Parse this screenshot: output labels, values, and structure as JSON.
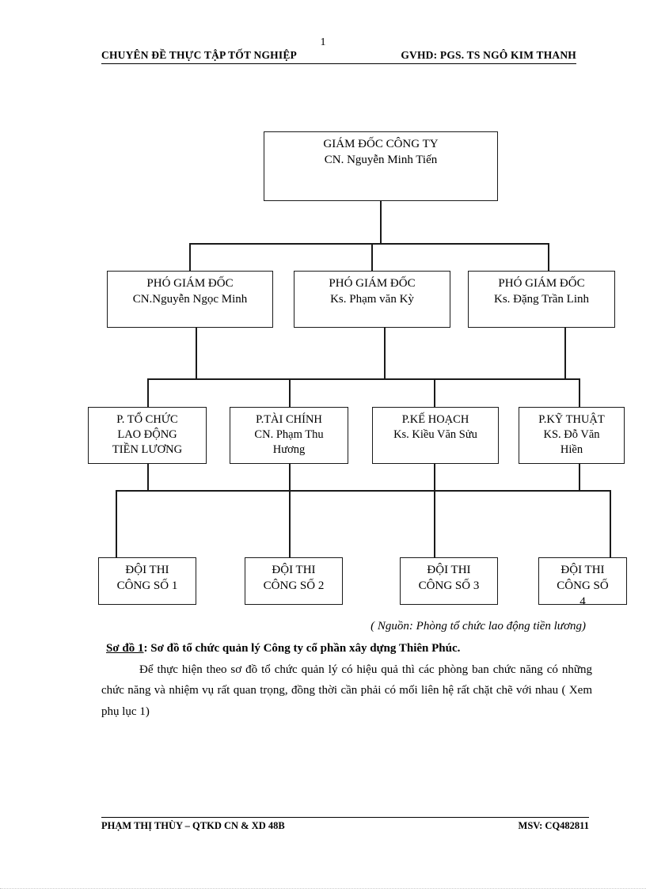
{
  "document": {
    "page_number": "1",
    "header": {
      "left": "CHUYÊN  ĐỀ THỰC  TẬP TỐT NGHIỆP",
      "right": "GVHD:  PGS. TS NGÔ  KIM  THANH"
    },
    "footer": {
      "left": "PHẠM THỊ THÙY  – QTKD  CN & XD 48B",
      "right": "MSV: CQ482811"
    }
  },
  "chart_data": {
    "type": "diagram",
    "title": "Sơ đồ tổ chức quản lý Công ty cổ phần xây dựng Thiên Phúc",
    "levels": [
      {
        "level": 1,
        "nodes": [
          {
            "lines": [
              "GIÁM ĐỐC CÔNG TY",
              "CN. Nguyễn Minh Tiến"
            ]
          }
        ]
      },
      {
        "level": 2,
        "nodes": [
          {
            "lines": [
              "PHÓ GIÁM ĐỐC",
              "CN.Nguyễn Ngọc Minh"
            ]
          },
          {
            "lines": [
              "PHÓ GIÁM ĐỐC",
              "Ks. Phạm văn Kỳ"
            ]
          },
          {
            "lines": [
              "PHÓ GIÁM ĐỐC",
              "Ks. Đặng Trần Linh"
            ]
          }
        ]
      },
      {
        "level": 3,
        "nodes": [
          {
            "lines": [
              "P. TỔ CHỨC",
              "LAO ĐỘNG",
              "TIỀN LƯƠNG"
            ]
          },
          {
            "lines": [
              "P.TÀI  CHÍNH",
              "CN. Phạm Thu",
              "Hương"
            ]
          },
          {
            "lines": [
              "P.KẾ HOẠCH",
              "Ks. Kiều Văn  Sửu"
            ]
          },
          {
            "lines": [
              "P.KỸ THUẬT",
              "KS. Đỗ Văn",
              "Hiền"
            ]
          }
        ]
      },
      {
        "level": 4,
        "nodes": [
          {
            "lines": [
              "ĐỘI THI",
              "CÔNG SỐ 1"
            ]
          },
          {
            "lines": [
              "ĐỘI THI",
              "CÔNG SỐ 2"
            ]
          },
          {
            "lines": [
              "ĐỘI THI",
              "CÔNG SỐ 3"
            ]
          },
          {
            "lines": [
              "ĐỘI THI",
              "CÔNG SỐ",
              "4"
            ]
          }
        ]
      }
    ]
  },
  "source_note": "( Nguồn: Phòng tổ chức lao động tiền lương)",
  "caption": {
    "lead": "Sơ đồ 1",
    "text": ": Sơ đồ tổ chức quản lý Công ty cổ phần xây dựng Thiên Phúc."
  },
  "paragraph": "Để thực hiện theo sơ đồ tổ chức quản lý có hiệu quả thì các phòng ban chức năng có những chức năng và nhiệm vụ rất quan trọng, đồng thời cần phải có mối liên hệ rất chặt chẽ với nhau ( Xem phụ lục 1)"
}
